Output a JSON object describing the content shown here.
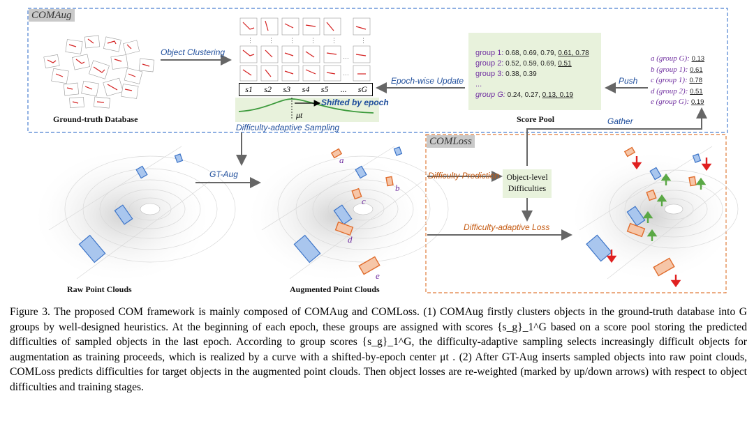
{
  "comaug": {
    "title": "COMAug",
    "gt_database_label": "Ground-truth Database",
    "object_clustering_label": "Object Clustering",
    "group_scores": [
      "s1",
      "s2",
      "s3",
      "s4",
      "s5",
      "...",
      "sG"
    ],
    "shifted_label": "Shifted by epoch",
    "mu_label": "μt",
    "sampling_label": "Difficulty-adaptive Sampling",
    "epoch_update_label": "Epoch-wise Update",
    "push_label": "Push",
    "gather_label": "Gather",
    "score_pool": {
      "title": "Score Pool",
      "rows": [
        {
          "group": "group 1:",
          "plain": "0.68, 0.69, 0.79,",
          "underlined": "0.61, 0.78"
        },
        {
          "group": "group 2:",
          "plain": "0.52, 0.59, 0.69,",
          "underlined": "0.51"
        },
        {
          "group": "group 3:",
          "plain": "0.38, 0.39",
          "underlined": ""
        },
        {
          "group": "...",
          "plain": "",
          "underlined": ""
        },
        {
          "group": "group G:",
          "plain": "0.24, 0.27,",
          "underlined": "0.13, 0.19"
        }
      ]
    },
    "objects": [
      {
        "name": "a (group G):",
        "value": "0.13"
      },
      {
        "name": "b (group 1):",
        "value": "0.61"
      },
      {
        "name": "c (group 1):",
        "value": "0.78"
      },
      {
        "name": "d (group 2):",
        "value": "0.51"
      },
      {
        "name": "e (group G):",
        "value": "0.19"
      }
    ]
  },
  "gt_aug_label": "GT-Aug",
  "raw_label": "Raw Point Clouds",
  "augmented_label": "Augmented Point Clouds",
  "object_letters": [
    "a",
    "b",
    "c",
    "d",
    "e"
  ],
  "comloss": {
    "title": "COMLoss",
    "difficulty_prediction_label": "Difficulty Prediction",
    "object_level_label_1": "Object-level",
    "object_level_label_2": "Difficulties",
    "adaptive_loss_label": "Difficulty-adaptive Loss"
  },
  "caption": "Figure 3. The proposed COM framework is mainly composed of COMAug and COMLoss. (1) COMAug firstly clusters objects in the ground-truth database into G groups by well-designed heuristics. At the beginning of each epoch, these groups are assigned with scores {s_g}_1^G based on a score pool storing the predicted difficulties of sampled objects in the last epoch. According to group scores {s_g}_1^G, the difficulty-adaptive sampling selects increasingly difficult objects for augmentation as training proceeds, which is realized by a curve with a shifted-by-epoch center μt . (2) After GT-Aug inserts sampled objects into raw point clouds, COMLoss predicts difficulties for target objects in the augmented point clouds. Then object losses are re-weighted (marked by up/down arrows) with respect to object difficulties and training stages.",
  "colors": {
    "blue_box": "#4a7fd0",
    "orange_box": "#e06c2c",
    "pool_bg": "#e8f2dc",
    "purple": "#7030a0",
    "green_arrow": "#5aa845",
    "red_arrow": "#e02020"
  }
}
